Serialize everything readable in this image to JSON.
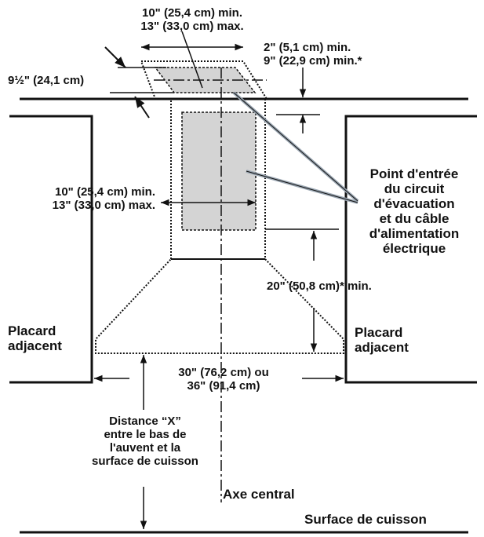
{
  "labels": {
    "top_width_min": "10\" (25,4 cm) min.",
    "top_width_max": "13\" (33,0 cm) max.",
    "depth_min": "2\" (5,1 cm) min.",
    "depth_min_alt": "9\" (22,9 cm) min.*",
    "offset": "9½\" (24,1 cm)",
    "zone_width_min": "10\" (25,4 cm) min.",
    "zone_width_max": "13\" (33,0 cm) max.",
    "entry_point": [
      "Point d'entrée",
      "du circuit",
      "d'évacuation",
      "et du câble",
      "d'alimentation",
      "électrique"
    ],
    "height_min": "20\" (50,8 cm)* min.",
    "cabinet_left": [
      "Placard",
      "adjacent"
    ],
    "cabinet_right": [
      "Placard",
      "adjacent"
    ],
    "hood_width": [
      "30\" (76,2 cm) ou",
      "36\" (91,4 cm)"
    ],
    "distance_x": [
      "Distance “X”",
      "entre le bas de",
      "l'auvent et la",
      "surface de cuisson"
    ],
    "center_axis": "Axe central",
    "cooking_surface": "Surface de cuisson"
  },
  "colors": {
    "line": "#111111",
    "shaded_zone": "#d4d4d4",
    "leader": "#9aa6b2"
  }
}
